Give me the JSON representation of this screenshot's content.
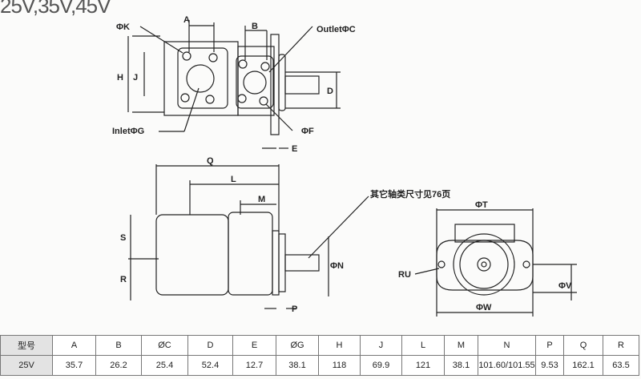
{
  "title": "25V,35V,45V",
  "labels": {
    "A": "A",
    "B": "B",
    "K": "ΦK",
    "outlet": "OutletΦC",
    "H": "H",
    "J": "J",
    "D": "D",
    "inlet": "InletΦG",
    "F": "ΦF",
    "E": "E",
    "Q": "Q",
    "L": "L",
    "M": "M",
    "S": "S",
    "R": "R",
    "N": "ΦN",
    "P": "P",
    "note": "其它轴类尺寸见76页",
    "T": "ΦT",
    "RU": "RU",
    "V": "ΦV",
    "W": "ΦW"
  },
  "table": {
    "headers": [
      "型号",
      "A",
      "B",
      "ØC",
      "D",
      "E",
      "ØG",
      "H",
      "J",
      "L",
      "M",
      "N",
      "P",
      "Q",
      "R"
    ],
    "rows": [
      [
        "25V",
        "35.7",
        "26.2",
        "25.4",
        "52.4",
        "12.7",
        "38.1",
        "118",
        "69.9",
        "121",
        "38.1",
        "101.60/101.55",
        "9.53",
        "162.1",
        "63.5"
      ]
    ]
  }
}
